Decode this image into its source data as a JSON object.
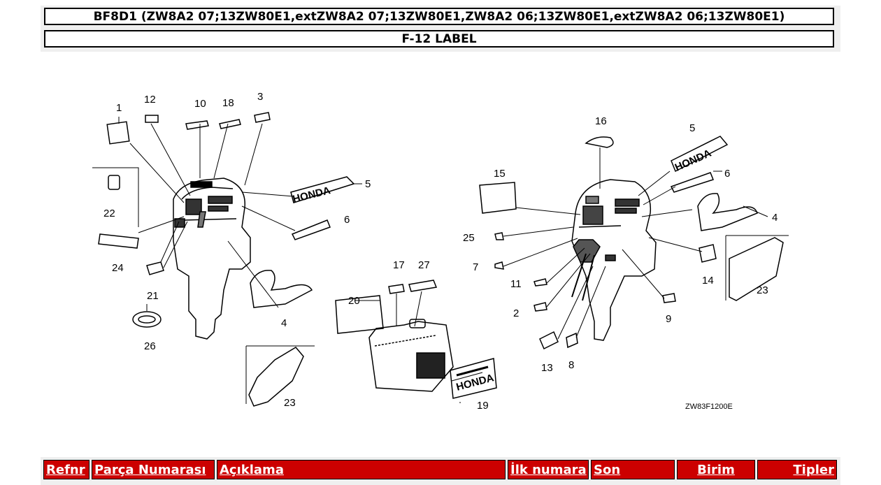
{
  "header": {
    "model_line": "BF8D1 (ZW8A2 07;13ZW80E1,extZW8A2 07;13ZW80E1,ZW8A2 06;13ZW80E1,extZW8A2 06;13ZW80E1)",
    "section_title": "F-12 LABEL"
  },
  "diagram": {
    "callouts": [
      "1",
      "2",
      "3",
      "4",
      "5",
      "6",
      "7",
      "8",
      "9",
      "10",
      "11",
      "12",
      "13",
      "14",
      "15",
      "16",
      "17",
      "18",
      "19",
      "20",
      "21",
      "22",
      "23",
      "24",
      "25",
      "26",
      "27"
    ],
    "drawing_code": "ZW83F1200E",
    "brand_text": "HONDA"
  },
  "table": {
    "columns": [
      "Refnr",
      "Parça Numarası",
      "Açıklama",
      "İlk numara",
      "Son",
      "Birim",
      "Tipler"
    ]
  }
}
